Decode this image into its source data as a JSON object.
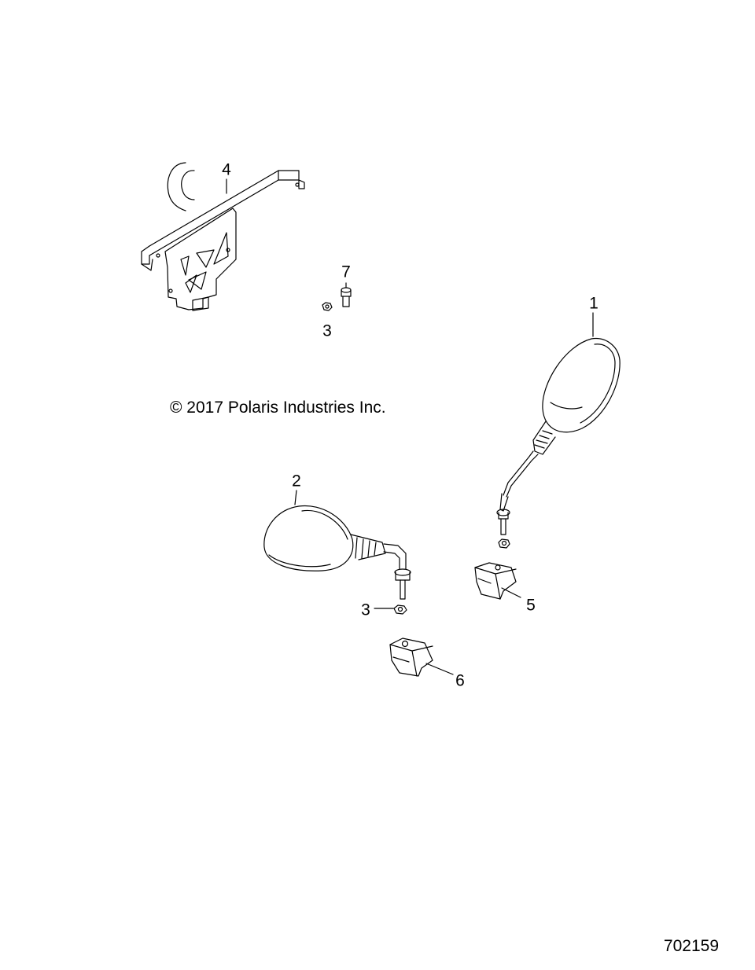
{
  "copyright": "© 2017 Polaris Industries Inc.",
  "diagram_id": "702159",
  "callouts": {
    "c1": "1",
    "c2": "2",
    "c3a": "3",
    "c3b": "3",
    "c4": "4",
    "c5": "5",
    "c6": "6",
    "c7": "7"
  }
}
